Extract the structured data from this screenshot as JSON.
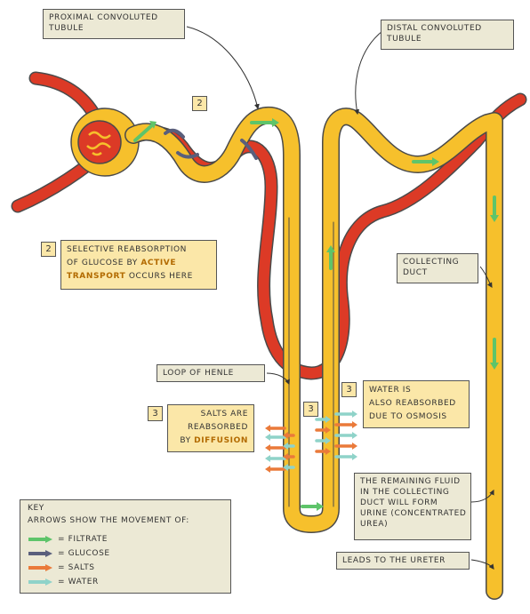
{
  "colors": {
    "tubule": "#f6c02c",
    "tubule_outline": "#4a4a4a",
    "blood": "#dc3a26",
    "filtrate": "#5ec46a",
    "glucose": "#5a5f7c",
    "salts": "#ea7a3a",
    "water": "#8fd3c9",
    "label_bg": "#ece9d5",
    "label_highlight_bg": "#fbe7a8"
  },
  "labels": {
    "proximal": "PROXIMAL CONVOLUTED TUBULE",
    "distal": "DISTAL CONVOLUTED TUBULE",
    "collecting": "COLLECTING DUCT",
    "loop": "LOOP OF HENLE",
    "remaining_fluid": [
      "THE REMAINING FLUID",
      "IN THE COLLECTING",
      "DUCT WILL FORM",
      "URINE (CONCENTRATED",
      "UREA)"
    ],
    "ureter": "LEADS TO THE URETER"
  },
  "notes": {
    "selective": {
      "number": "2",
      "line1": "SELECTIVE REABSORPTION",
      "line2_a": "OF GLUCOSE BY ",
      "line2_b": "ACTIVE",
      "line3_a": "TRANSPORT",
      "line3_b": " OCCURS HERE"
    },
    "salts": {
      "number": "3",
      "line1": "SALTS ARE",
      "line2": "REABSORBED",
      "line3_a": "BY ",
      "line3_b": "DIFFUSION"
    },
    "water": {
      "number": "3",
      "line1": "WATER IS",
      "line2": "ALSO REABSORBED",
      "line3": "DUE TO OSMOSIS"
    },
    "marker_2": "2",
    "marker_3": "3"
  },
  "key": {
    "title": "KEY",
    "subtitle": "ARROWS SHOW THE MOVEMENT OF:",
    "items": [
      {
        "label": "= FILTRATE",
        "color": "#5ec46a"
      },
      {
        "label": "= GLUCOSE",
        "color": "#5a5f7c"
      },
      {
        "label": "= SALTS",
        "color": "#ea7a3a"
      },
      {
        "label": "= WATER",
        "color": "#8fd3c9"
      }
    ]
  }
}
